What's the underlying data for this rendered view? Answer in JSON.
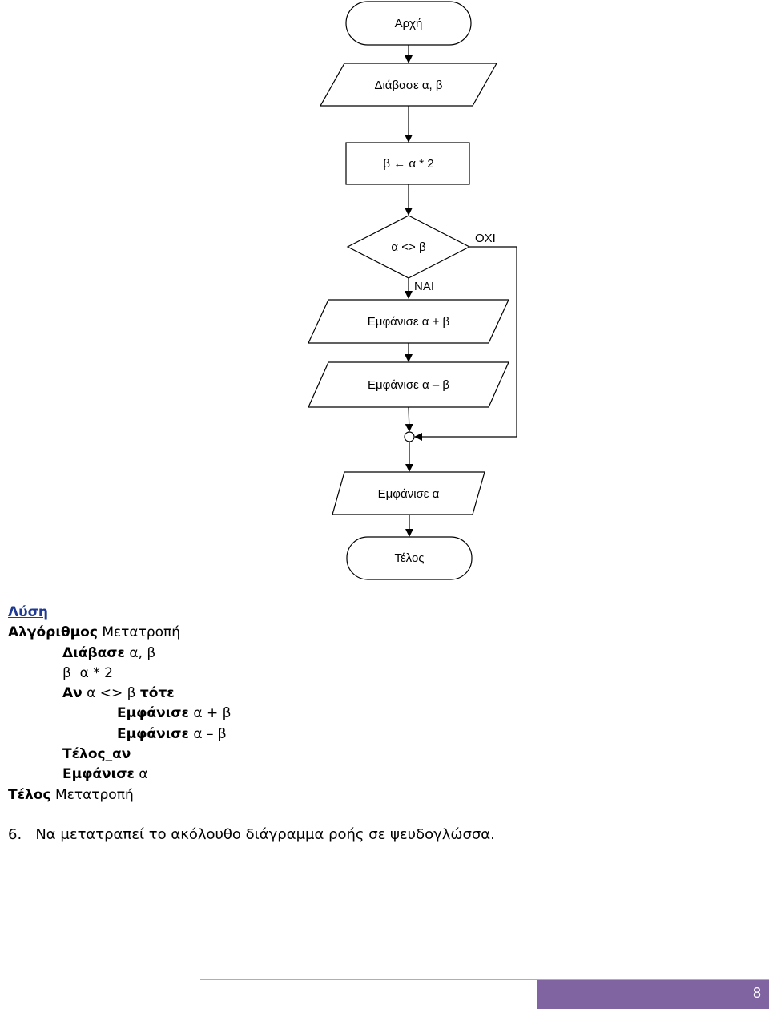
{
  "flowchart": {
    "start": "Αρχή",
    "read": "Διάβασε α, β",
    "assign": "β ← α * 2",
    "condition": "α <> β",
    "yes_label": "ΝΑΙ",
    "no_label": "ΟΧΙ",
    "output1": "Εμφάνισε α + β",
    "output2": "Εμφάνισε α – β",
    "output3": "Εμφάνισε α",
    "end": "Τέλος"
  },
  "solution": {
    "heading": "Λύση",
    "lines": [
      {
        "kw": "Αλγόριθμος",
        "text": " Μετατροπή"
      },
      {
        "kw": "Διάβασε",
        "text": " α, β"
      },
      {
        "kw": "",
        "text": "β  α * 2"
      },
      {
        "kw": "Αν",
        "text": " α <> β ",
        "kw2": "τότε"
      },
      {
        "kw": "Εμφάνισε",
        "text": " α + β"
      },
      {
        "kw": "Εμφάνισε",
        "text": " α – β"
      },
      {
        "kw": "Τέλος_αν",
        "text": ""
      },
      {
        "kw": "Εμφάνισε",
        "text": " α"
      },
      {
        "kw": "Τέλος",
        "text": " Μετατροπή"
      }
    ]
  },
  "exercise": "6.   Να μετατραπεί το ακόλουθο διάγραμμα ροής σε ψευδογλώσσα.",
  "footer": {
    "dot": "·",
    "page_number": "8"
  },
  "colors": {
    "footer_tab": "#8064a2",
    "heading": "#1f3a93"
  }
}
